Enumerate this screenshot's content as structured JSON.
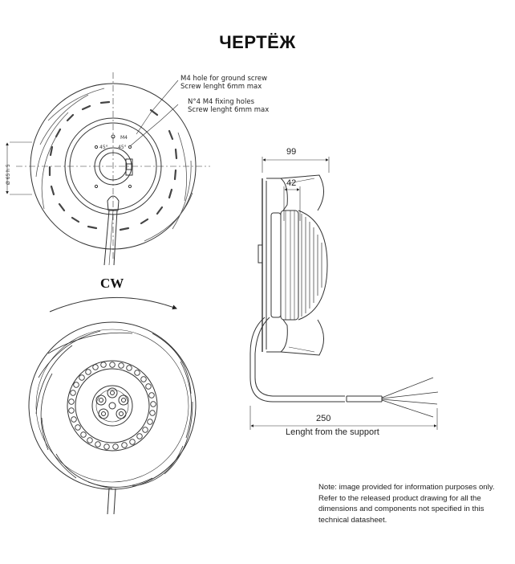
{
  "drawing": {
    "title": "ЧЕРТЁЖ",
    "callouts": {
      "ground_screw": [
        "M4 hole for ground screw",
        "Screw lenght 6mm max"
      ],
      "fixing_holes": [
        "N°4 M4 fixing holes",
        "Screw lenght 6mm max"
      ]
    },
    "front_view_labels": {
      "diameter_tag": "Ø 65 h 5",
      "hub_label_top": "M4",
      "hub_label_left": "45°",
      "hub_label_right": "45°"
    },
    "rotation_label": "CW",
    "dimensions": {
      "overall_depth": "99",
      "hub_width": "42",
      "cable_length": "250",
      "cable_length_caption": "Lenght from the support"
    },
    "note": [
      "Note: image provided for information purposes only.",
      "Refer to the released product drawing for all the",
      "dimensions  and components not specified in this",
      "technical datasheet."
    ]
  }
}
